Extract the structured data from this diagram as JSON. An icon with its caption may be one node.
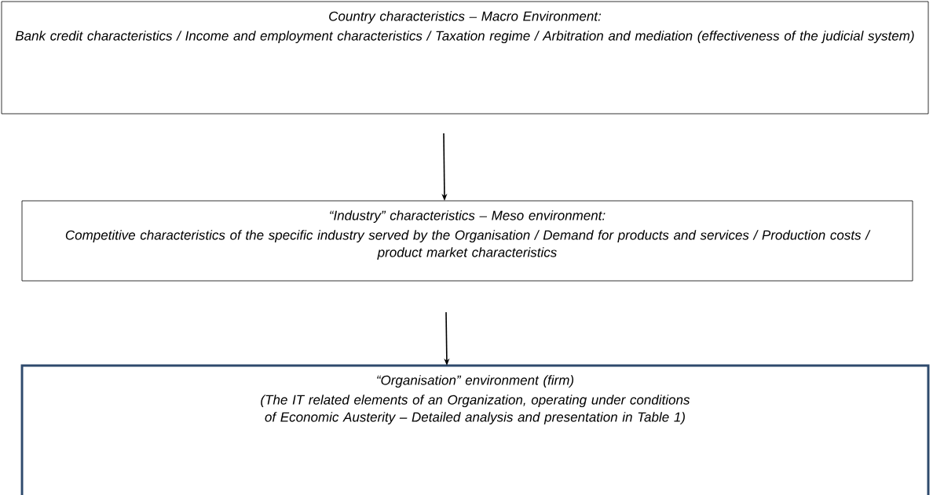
{
  "diagram": {
    "nodes": [
      {
        "text": [
          "Country characteristics – Macro Environment:",
          "Bank credit characteristics / Income and employment characteristics / Taxation regime / Arbitration and mediation (effectiveness of the judicial system)"
        ]
      },
      {
        "text": [
          "“Industry” characteristics – Meso environment:",
          "Competitive characteristics of the specific industry served by the Organisation / Demand for products and services / Production costs / product market characteristics"
        ]
      },
      {
        "text": [
          "“Organisation” environment (firm)",
          "(The IT related elements of an Organization, operating under conditions of Economic Austerity – Detailed analysis and presentation in Table 1)"
        ]
      }
    ],
    "edges": [
      {
        "from": 0,
        "to": 1,
        "arrow": "to"
      },
      {
        "from": 1,
        "to": 2,
        "arrow": "to"
      }
    ]
  }
}
